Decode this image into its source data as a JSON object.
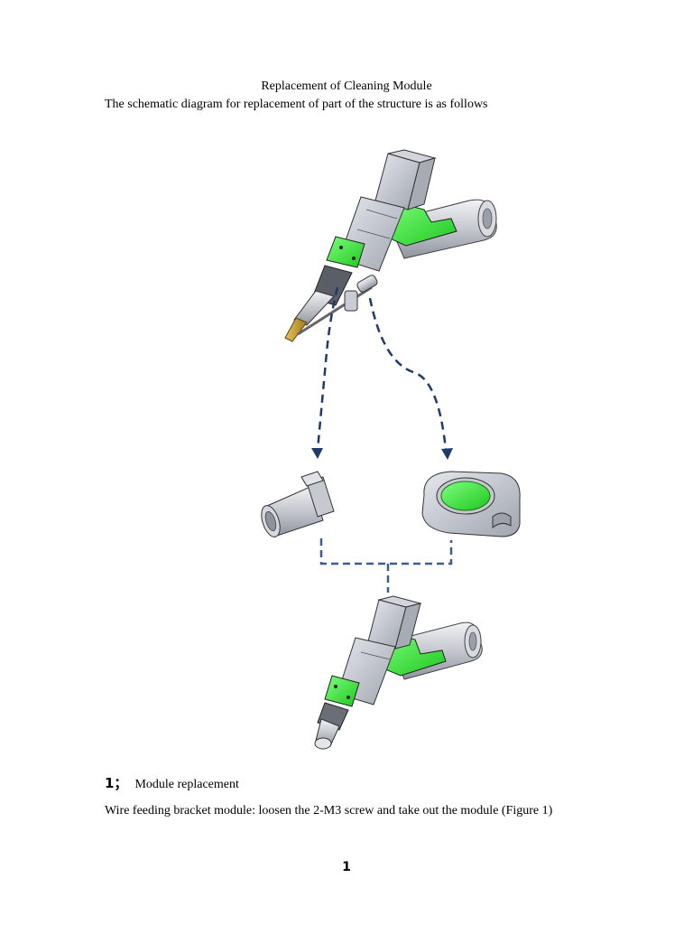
{
  "document": {
    "title": "Replacement of Cleaning Module",
    "subtitle": "The schematic diagram for replacement of part of the structure is as follows",
    "section": {
      "number": "1；",
      "heading": "Module replacement",
      "body": "Wire feeding bracket module: loosen the 2-M3 screw and take out the module (Figure 1)"
    },
    "page_number": "1"
  },
  "figure": {
    "colors": {
      "arrow": "#1f3a6b",
      "connector": "#3a5f8f",
      "highlight_green": "#3fdc3f",
      "body_gray": "#b9bdc4",
      "nozzle_gold": "#c9a23a"
    },
    "components": [
      "laser-head-with-wire-feeder",
      "wire-feeding-nozzle-module",
      "protective-lens-module",
      "laser-head-with-cleaning-module"
    ]
  }
}
